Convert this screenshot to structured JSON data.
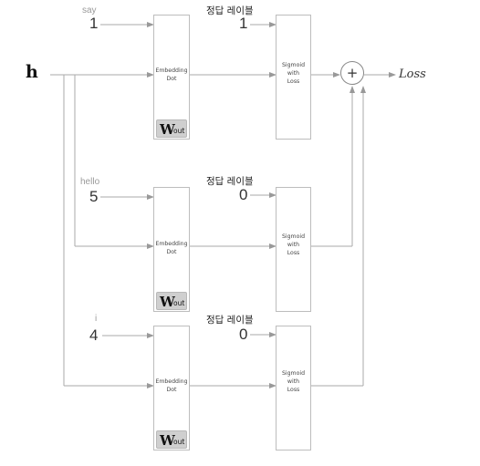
{
  "h_label": "h",
  "loss_label": "Loss",
  "plus_symbol": "+",
  "rows": [
    {
      "word": "say",
      "index": "1",
      "target_label": "정답 레이블",
      "target_value": "1",
      "embed_line1": "Embedding",
      "embed_line2": "Dot",
      "w_main": "W",
      "w_sub": "out",
      "sig_line1": "Sigmoid",
      "sig_line2": "with",
      "sig_line3": "Loss"
    },
    {
      "word": "hello",
      "index": "5",
      "target_label": "정답 레이블",
      "target_value": "0",
      "embed_line1": "Embedding",
      "embed_line2": "Dot",
      "w_main": "W",
      "w_sub": "out",
      "sig_line1": "Sigmoid",
      "sig_line2": "with",
      "sig_line3": "Loss"
    },
    {
      "word": "i",
      "index": "4",
      "target_label": "정답 레이블",
      "target_value": "0",
      "embed_line1": "Embedding",
      "embed_line2": "Dot",
      "w_main": "W",
      "w_sub": "out",
      "sig_line1": "Sigmoid",
      "sig_line2": "with",
      "sig_line3": "Loss"
    }
  ]
}
